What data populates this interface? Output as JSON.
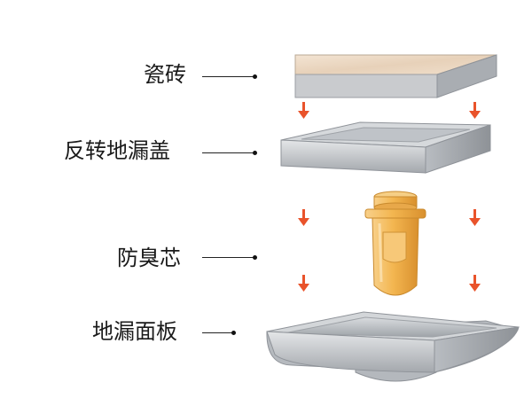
{
  "labels": {
    "tile": "瓷砖",
    "cover": "反转地漏盖",
    "core": "防臭芯",
    "panel": "地漏面板"
  },
  "icons": [
    "down-arrow-icon"
  ],
  "colors": {
    "arrow": "#e9532b",
    "steel": "#c9ccd0",
    "steel_dark": "#8f9399",
    "marble": "#e9d6c2",
    "core_orange": "#f0b34a",
    "text": "#1a1a1a"
  }
}
